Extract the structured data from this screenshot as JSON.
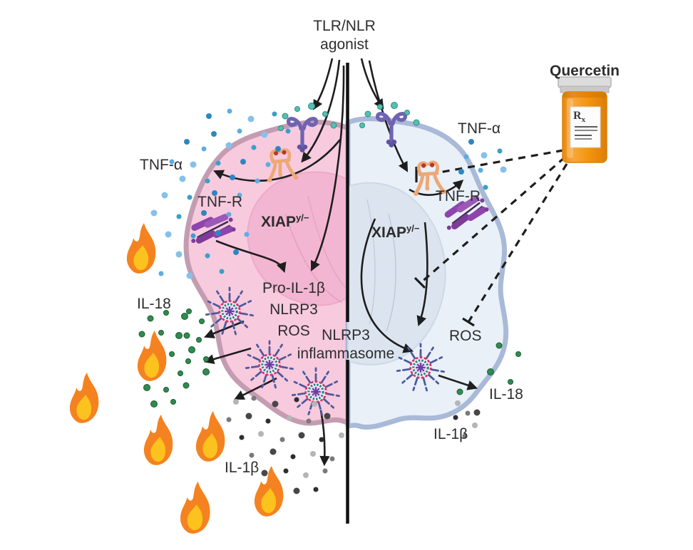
{
  "figure": {
    "agonist": {
      "line1": "TLR/NLR",
      "line2": "agonist"
    },
    "drug": {
      "name": "Quercetin",
      "rx_base": "R",
      "rx_sub": "x"
    },
    "left": {
      "tnf_alpha": "TNF-α",
      "tnf_r": "TNF-R",
      "xiap_base": "XIAP",
      "xiap_sup": "y/−",
      "mediators": [
        "Pro-IL-1β",
        "NLRP3",
        "ROS"
      ],
      "il18": "IL-18",
      "il1b": "IL-1β"
    },
    "right": {
      "tnf_alpha": "TNF-α",
      "tnf_r": "TNF-R",
      "xiap_base": "XIAP",
      "xiap_sup": "y/−",
      "ros": "ROS",
      "il18": "IL-18",
      "il1b": "IL-1β"
    },
    "center_label": {
      "line1": "NLRP3",
      "line2": "inflammasome"
    },
    "colors": {
      "left_cell_fill": "#f8cade",
      "left_cell_membrane": "#c49cb2",
      "left_nucleus": "#f3b6d2",
      "right_cell_fill": "#e9f0f8",
      "right_cell_membrane": "#a9b9d8",
      "right_nucleus": "#dce5ef",
      "tnf_dot_blue": "#3f97cf",
      "il18_dot_green": "#2f8b4f",
      "il1b_dot_gray": "#8a8a8a",
      "teal_dot": "#54c0b0",
      "flame_orange": "#f58220",
      "flame_yellow": "#fcc21d",
      "inflammasome_ring_pink": "#d6336c",
      "inflammasome_ring_teal": "#27858a",
      "receptor_purple": "#6f63b2",
      "receptor_orange": "#eda876",
      "bottle_orange": "#f59612",
      "bottle_cap_gray": "#d2d2d2",
      "line_black": "#1e1e1e"
    }
  }
}
